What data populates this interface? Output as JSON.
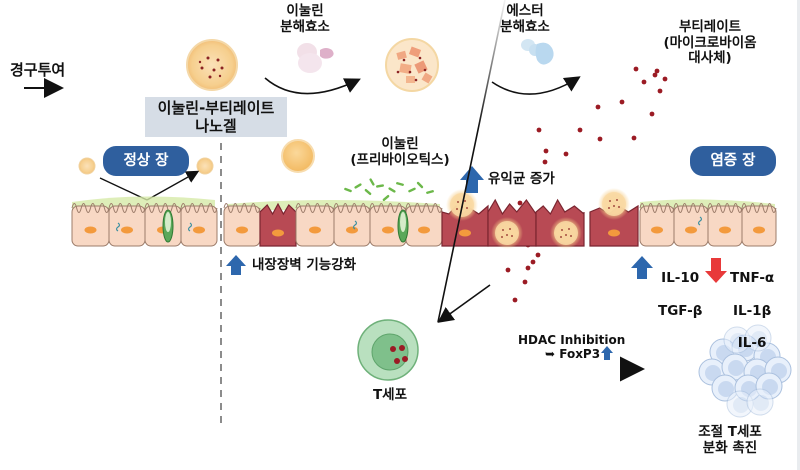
{
  "diagram": {
    "title": "",
    "step_labels": {
      "oral_administration": "경구투여",
      "inulin_degrading_enzyme": "이눌린\n분해효소",
      "ester_degrading_enzyme": "에스터\n분해효소",
      "butyrate_metabolite": "부티레이트\n(마이크로바이옴\n대사체)",
      "nanogel": "이눌린-부티레이트\n나노겔",
      "inulin_prebiotics": "이눌린\n(프리바이오틱스)",
      "beneficial_bacteria_increase": "유익균 증가",
      "barrier_function_enhancement": "내장장벽 기능강화",
      "t_cell": "T세포",
      "hdac_inhibition": "HDAC Inhibition",
      "foxp3": "➥ FoxP3",
      "treg_differentiation": "조절 T세포\n분화 촉진"
    },
    "badges": {
      "normal_gut": "정상 장",
      "inflamed_gut": "염증 장"
    },
    "cytokines": {
      "upregulated": [
        "IL-10",
        "TGF-β"
      ],
      "downregulated": [
        "TNF-α",
        "IL-1β",
        "IL-6"
      ]
    },
    "colors": {
      "badge_blue": "#2f5f9e",
      "up_arrow_blue": "#2d67ad",
      "down_arrow_red": "#e8393a",
      "nanogel_label_bg": "#d6dde6",
      "cell_healthy": "#f8d8c4",
      "cell_inflamed": "#b84a54",
      "mucus_green": "#d6eaa8",
      "butyrate_dot": "#9b1b24",
      "tcell_green": "#9fd3a8",
      "treg_blue": "#c9d9f0"
    }
  }
}
